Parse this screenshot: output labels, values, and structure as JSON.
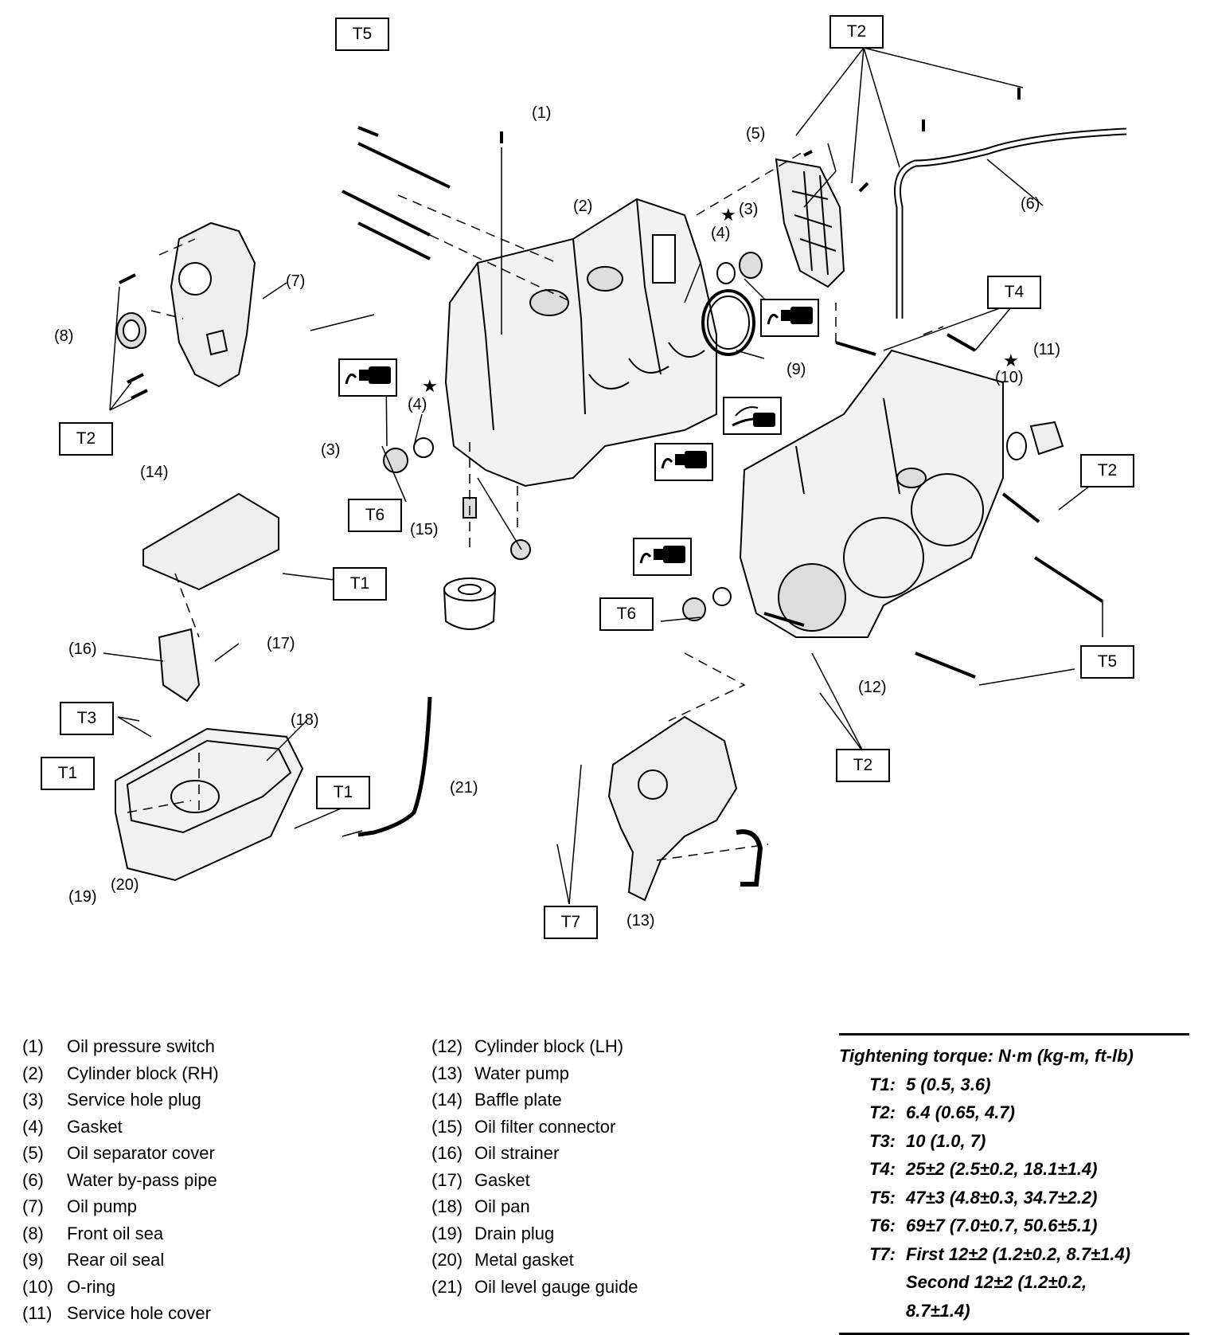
{
  "diagram": {
    "callouts": {
      "c1": "(1)",
      "c2": "(2)",
      "c3a": "(3)",
      "c3b": "(3)",
      "c4a": "(4)",
      "c4b": "(4)",
      "c5": "(5)",
      "c6": "(6)",
      "c7": "(7)",
      "c8": "(8)",
      "c9": "(9)",
      "c10": "(10)",
      "c11": "(11)",
      "c12": "(12)",
      "c13": "(13)",
      "c14": "(14)",
      "c15": "(15)",
      "c16": "(16)",
      "c17": "(17)",
      "c18": "(18)",
      "c19": "(19)",
      "c20": "(20)",
      "c21": "(21)"
    },
    "torque_tags": {
      "t5_top": "T5",
      "t2_top": "T2",
      "t4": "T4",
      "t2_left": "T2",
      "t6_left": "T6",
      "t1_baffle": "T1",
      "t2_right": "T2",
      "t6_right": "T6",
      "t5_right": "T5",
      "t3": "T3",
      "t1_pan_left": "T1",
      "t1_pan_right": "T1",
      "t2_bottom": "T2",
      "t7": "T7"
    },
    "star": "★"
  },
  "legend": {
    "left": [
      {
        "num": "(1)",
        "label": "Oil pressure switch"
      },
      {
        "num": "(2)",
        "label": "Cylinder block (RH)"
      },
      {
        "num": "(3)",
        "label": "Service hole plug"
      },
      {
        "num": "(4)",
        "label": "Gasket"
      },
      {
        "num": "(5)",
        "label": "Oil separator cover"
      },
      {
        "num": "(6)",
        "label": "Water by-pass pipe"
      },
      {
        "num": "(7)",
        "label": "Oil pump"
      },
      {
        "num": "(8)",
        "label": "Front oil sea"
      },
      {
        "num": "(9)",
        "label": "Rear oil seal"
      },
      {
        "num": "(10)",
        "label": "O-ring"
      },
      {
        "num": "(11)",
        "label": "Service hole cover"
      }
    ],
    "right": [
      {
        "num": "(12)",
        "label": "Cylinder block (LH)"
      },
      {
        "num": "(13)",
        "label": "Water pump"
      },
      {
        "num": "(14)",
        "label": "Baffle plate"
      },
      {
        "num": "(15)",
        "label": "Oil filter connector"
      },
      {
        "num": "(16)",
        "label": "Oil strainer"
      },
      {
        "num": "(17)",
        "label": "Gasket"
      },
      {
        "num": "(18)",
        "label": "Oil pan"
      },
      {
        "num": "(19)",
        "label": "Drain plug"
      },
      {
        "num": "(20)",
        "label": "Metal gasket"
      },
      {
        "num": "(21)",
        "label": "Oil level gauge guide"
      }
    ]
  },
  "torque": {
    "header": "Tightening torque: N·m (kg-m, ft-lb)",
    "rows": [
      {
        "code": "T1:",
        "value": "5 (0.5, 3.6)"
      },
      {
        "code": "T2:",
        "value": "6.4 (0.65, 4.7)"
      },
      {
        "code": "T3:",
        "value": "10 (1.0, 7)"
      },
      {
        "code": "T4:",
        "value": "25±2 (2.5±0.2, 18.1±1.4)"
      },
      {
        "code": "T5:",
        "value": "47±3 (4.8±0.3, 34.7±2.2)"
      },
      {
        "code": "T6:",
        "value": "69±7 (7.0±0.7, 50.6±5.1)"
      },
      {
        "code": "T7:",
        "value": "First 12±2 (1.2±0.2, 8.7±1.4)"
      }
    ],
    "t7_second_a": "Second 12±2 (1.2±0.2,",
    "t7_second_b": "8.7±1.4)"
  }
}
